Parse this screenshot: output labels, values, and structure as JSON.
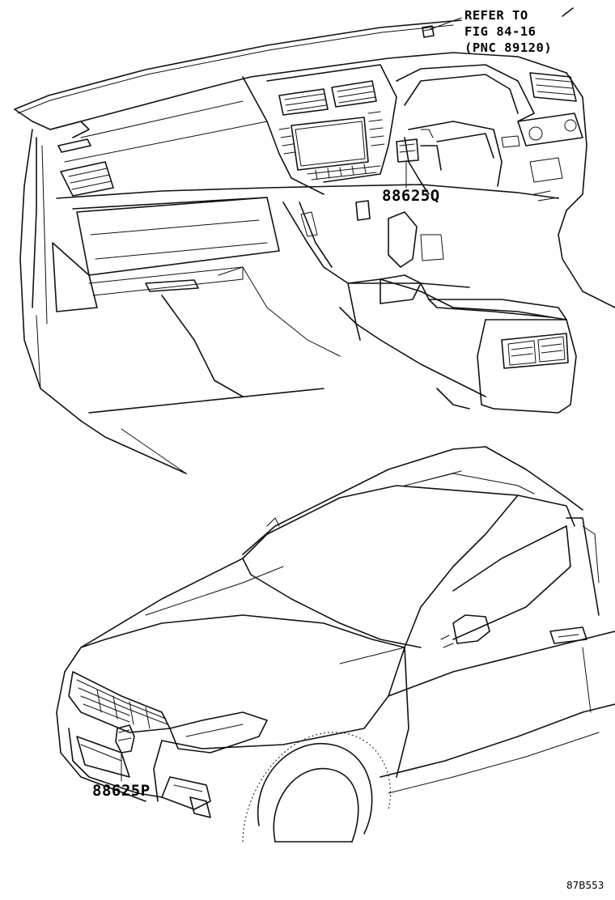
{
  "refer_note": {
    "line1": "REFER TO",
    "line2": "FIG 84-16",
    "line3": "(PNC 89120)"
  },
  "callouts": {
    "interior_part": "88625Q",
    "exterior_part": "88625P"
  },
  "figure_code": "87B553"
}
